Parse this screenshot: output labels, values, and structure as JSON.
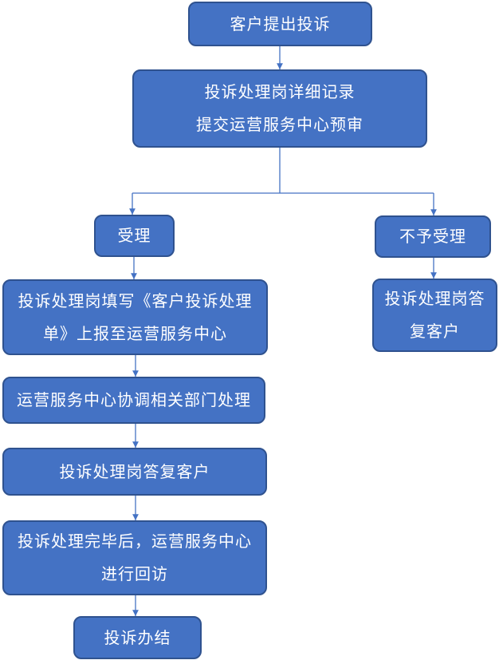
{
  "nodes": {
    "start": {
      "lines": [
        "客户提出投诉"
      ]
    },
    "record": {
      "lines": [
        "投诉处理岗详细记录",
        "提交运营服务中心预审"
      ]
    },
    "accept": {
      "lines": [
        "受理"
      ]
    },
    "reject": {
      "lines": [
        "不予受理"
      ]
    },
    "fill_form": {
      "lines": [
        "投诉处理岗填写《客户投诉处理",
        "单》上报至运营服务中心"
      ]
    },
    "reply_reject": {
      "lines": [
        "投诉处理岗答",
        "复客户"
      ]
    },
    "coordinate": {
      "lines": [
        "运营服务中心协调相关部门处理"
      ]
    },
    "reply": {
      "lines": [
        "投诉处理岗答复客户"
      ]
    },
    "revisit": {
      "lines": [
        "投诉处理完毕后，运营服务中心",
        "进行回访"
      ]
    },
    "close": {
      "lines": [
        "投诉办结"
      ]
    }
  },
  "colors": {
    "box_fill": "#4472C4",
    "box_border": "#2F528F",
    "text": "#FFFFFF",
    "connector": "#4472C4"
  }
}
